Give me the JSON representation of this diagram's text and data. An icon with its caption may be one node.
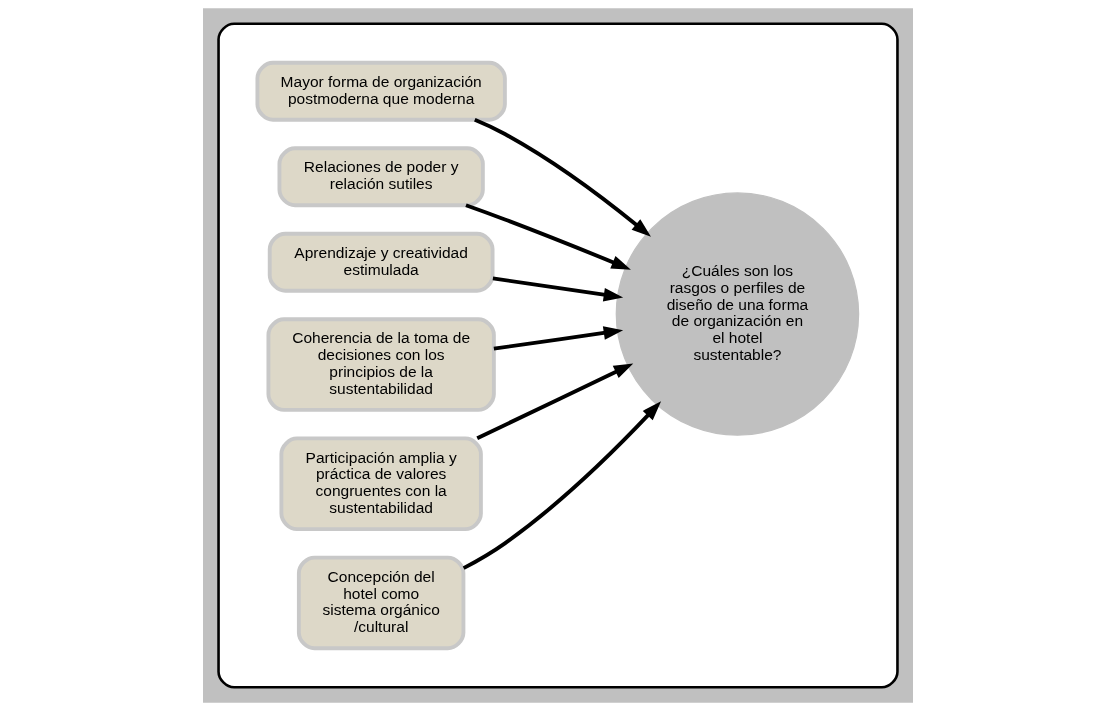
{
  "diagram": {
    "nodes": [
      {
        "text": [],
        "shape": "cloud"
      },
      {
        "text": [
          "¿Cuáles son los rasgos o perfiles de diseño de una forma de organización en el hotel sustentable?"
        ],
        "in": 0
      },
      {
        "text": [
          "Mayor forma de organización postmoderna que moderna"
        ],
        "in": 0
      },
      {
        "text": [
          "Relaciones de poder y relación sutiles"
        ],
        "in": 0
      },
      {
        "text": [
          "Aprendizaje y creatividad estimulada"
        ],
        "in": 0
      },
      {
        "text": [
          "Coherencia de la toma de decisiones con los principios de la sustentabilidad"
        ],
        "in": 0
      },
      {
        "text": [
          "Participación amplia y práctica de valores congruentes con la sustentabilidad"
        ],
        "in": 0
      },
      {
        "text": [
          "Concepción del hotel como sistema orgánico/cultural"
        ],
        "in": 0
      }
    ],
    "edges": [
      {
        "from": 2,
        "to": 1,
        "arrow": "to"
      },
      {
        "from": 3,
        "to": 1,
        "arrow": "to"
      },
      {
        "from": 4,
        "to": 1,
        "arrow": "to"
      },
      {
        "from": 5,
        "to": 1,
        "arrow": "to"
      },
      {
        "from": 6,
        "to": 1,
        "arrow": "to"
      },
      {
        "from": 7,
        "to": 1,
        "arrow": "to"
      }
    ]
  }
}
